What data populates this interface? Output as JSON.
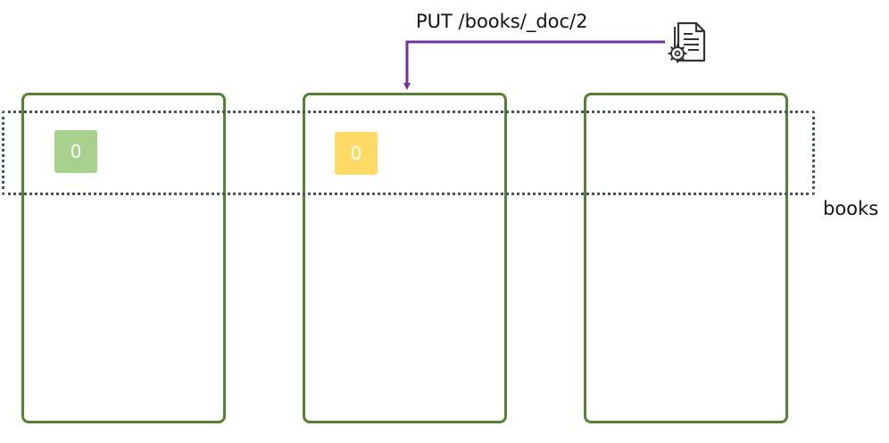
{
  "request": {
    "label": "PUT /books/_doc/2",
    "icon": "document-gear-icon",
    "arrow_color": "#7030a0"
  },
  "index": {
    "name": "books",
    "border_color": "#44546a"
  },
  "nodes": [
    {
      "border_color": "#548235"
    },
    {
      "border_color": "#548235"
    },
    {
      "border_color": "#548235"
    }
  ],
  "shards": [
    {
      "label": "0",
      "role": "primary",
      "color": "#a9d18e"
    },
    {
      "label": "0",
      "role": "replica",
      "color": "#ffd966"
    }
  ]
}
